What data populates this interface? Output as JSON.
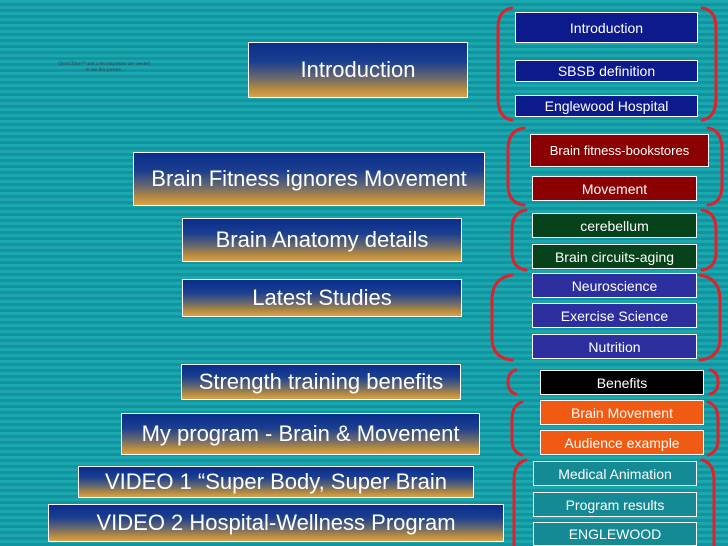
{
  "quicktime_notice": "QuickTime™ and a decompressor are needed to see this picture.",
  "main_items": [
    {
      "label": "Introduction"
    },
    {
      "label": "Brain Fitness ignores Movement"
    },
    {
      "label": "Brain Anatomy details"
    },
    {
      "label": "Latest Studies"
    },
    {
      "label": "Strength training benefits"
    },
    {
      "label": "My program - Brain & Movement"
    },
    {
      "label": "VIDEO 1 “Super Body, Super Brain"
    },
    {
      "label": "VIDEO 2 Hospital-Wellness Program"
    }
  ],
  "side_items": [
    {
      "label": "Introduction",
      "color": "#0c1a8c"
    },
    {
      "label": "SBSB definition",
      "color": "#0c1a8c"
    },
    {
      "label": "Englewood Hospital",
      "color": "#0c1a8c"
    },
    {
      "label": "Brain fitness-bookstores",
      "color": "#8b0000"
    },
    {
      "label": "Movement",
      "color": "#8b0000"
    },
    {
      "label": "cerebellum",
      "color": "#06421a"
    },
    {
      "label": "Brain circuits-aging",
      "color": "#06421a"
    },
    {
      "label": "Neuroscience",
      "color": "#2d2f9e"
    },
    {
      "label": "Exercise Science",
      "color": "#2d2f9e"
    },
    {
      "label": "Nutrition",
      "color": "#2d2f9e"
    },
    {
      "label": "Benefits",
      "color": "#000000"
    },
    {
      "label": "Brain Movement",
      "color": "#f05a12"
    },
    {
      "label": "Audience example",
      "color": "#f05a12"
    },
    {
      "label": "Medical Animation",
      "color": "#138a94"
    },
    {
      "label": "Program results",
      "color": "#138a94"
    },
    {
      "label": "ENGLEWOOD",
      "color": "#138a94"
    }
  ],
  "colors": {
    "background": "#18a0a8",
    "bracket": "#e0202a",
    "button_border": "#ffffff"
  }
}
